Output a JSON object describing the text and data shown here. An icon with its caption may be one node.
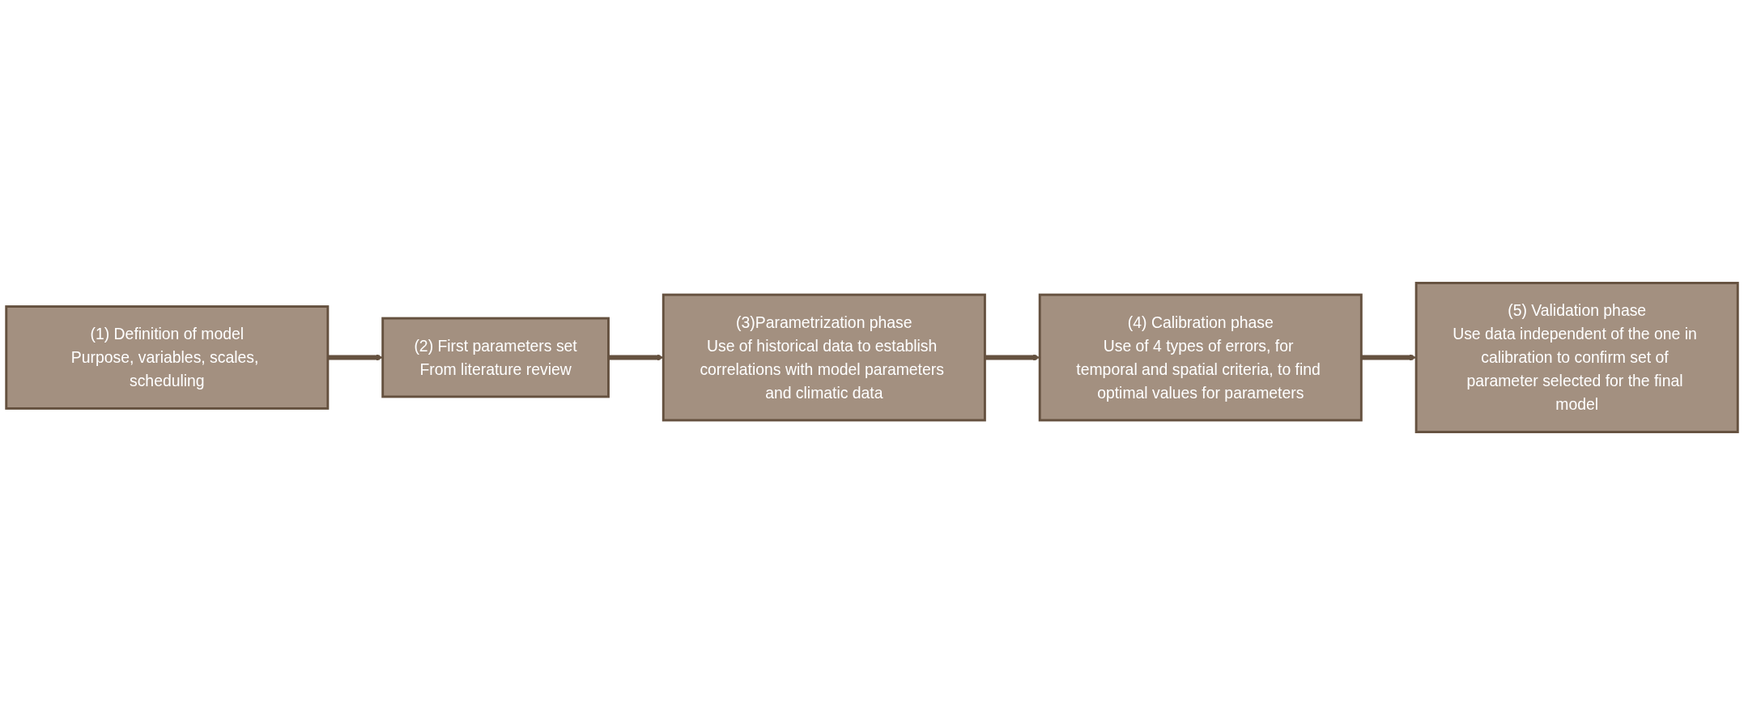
{
  "diagram": {
    "nodes": [
      {
        "text": [
          "(1) Definition of model",
          "Purpose, variables, scales, scheduling"
        ]
      },
      {
        "text": [
          "(2) First parameters set",
          "From literature review"
        ]
      },
      {
        "text": [
          "(3)Parametrization phase",
          "Use of historical data to establish correlations with model parameters and climatic data"
        ]
      },
      {
        "text": [
          "(4) Calibration phase",
          "Use of 4 types of errors, for temporal and spatial criteria, to find optimal values for parameters"
        ]
      },
      {
        "text": [
          "(5) Validation phase",
          "Use data independent of the one in calibration to confirm set of parameter selected for the final model"
        ]
      }
    ],
    "edges": [
      {
        "from": 0,
        "to": 1,
        "arrow": "to"
      },
      {
        "from": 1,
        "to": 2,
        "arrow": "to"
      },
      {
        "from": 2,
        "to": 3,
        "arrow": "to"
      },
      {
        "from": 3,
        "to": 4,
        "arrow": "to"
      }
    ]
  }
}
